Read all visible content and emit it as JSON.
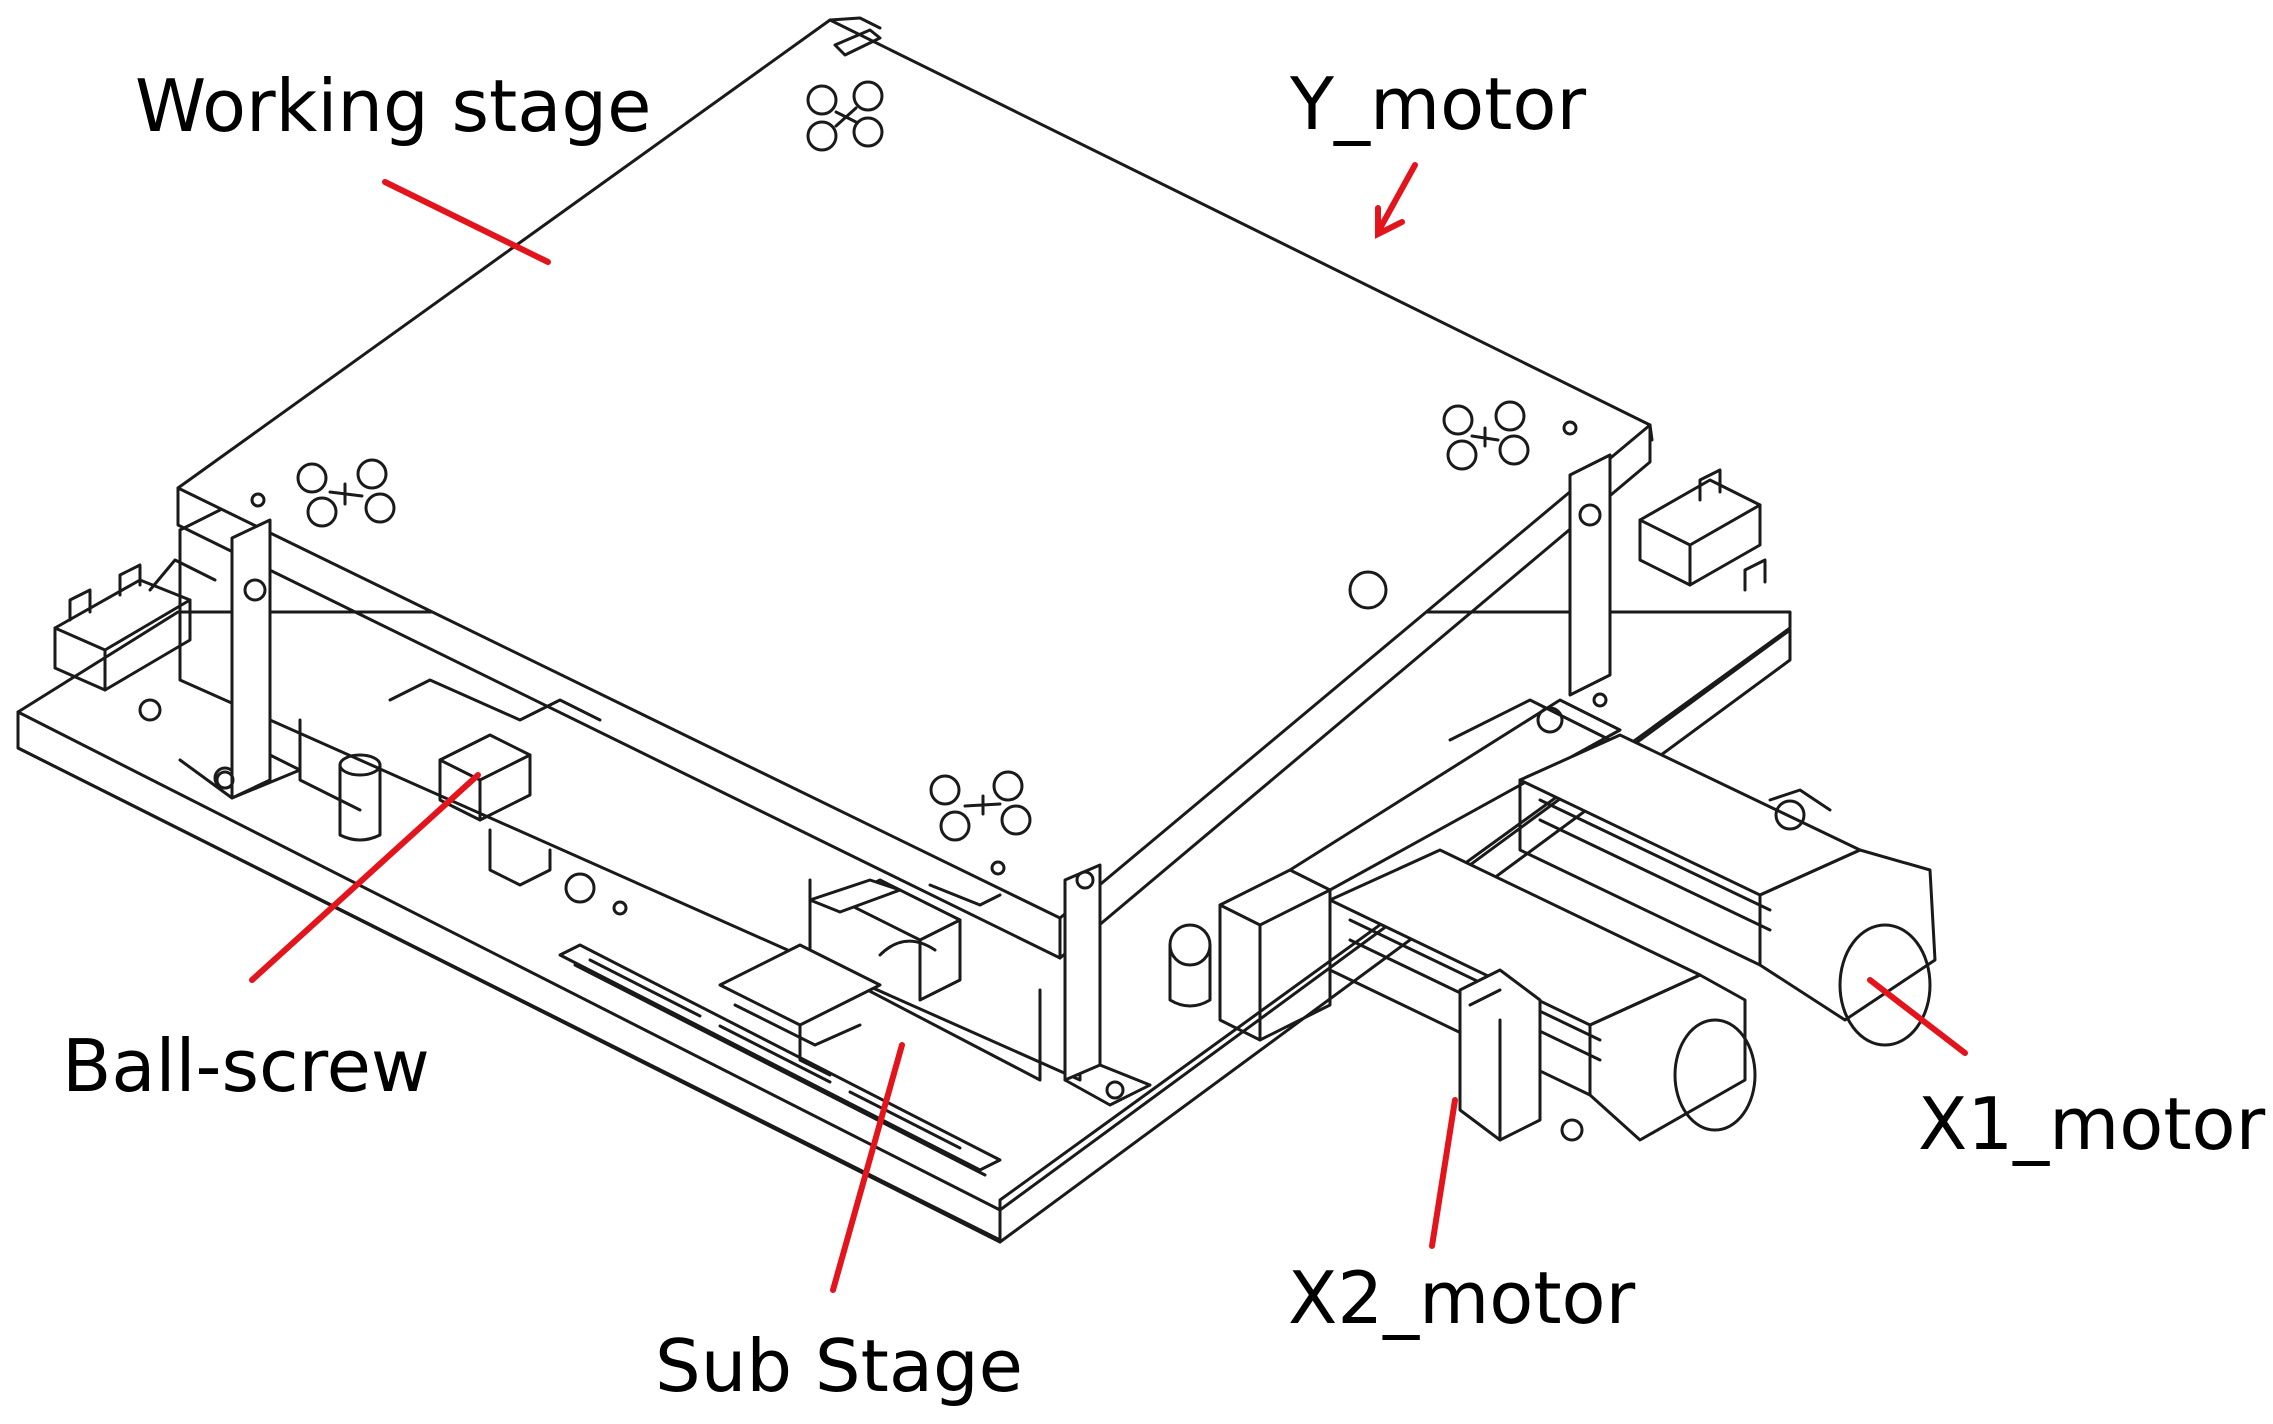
{
  "labels": {
    "working_stage": "Working stage",
    "y_motor": "Y_motor",
    "ball_screw": "Ball-screw",
    "sub_stage": "Sub Stage",
    "x1_motor": "X1_motor",
    "x2_motor": "X2_motor"
  },
  "colors": {
    "leader": "#e3141b",
    "ink": "#1a1a1a",
    "background": "#ffffff"
  }
}
